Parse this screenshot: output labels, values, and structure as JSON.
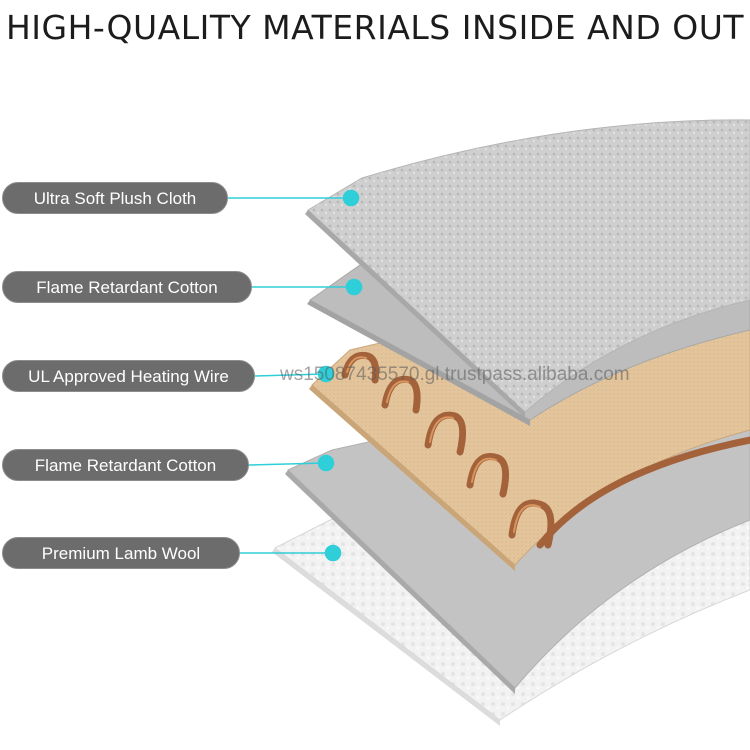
{
  "title": "HIGH-QUALITY MATERIALS INSIDE AND OUT",
  "layers": [
    {
      "label": "Ultra Soft Plush Cloth"
    },
    {
      "label": "Flame Retardant Cotton"
    },
    {
      "label": "UL Approved Heating Wire"
    },
    {
      "label": "Flame Retardant Cotton"
    },
    {
      "label": "Premium Lamb Wool"
    }
  ],
  "watermark": "ws15087435570.gl.trustpass.alibaba.com",
  "colors": {
    "accent": "#2ecfd9",
    "pill": "#6c6c6c",
    "plush": "#c9c9c9",
    "cotton": "#bdbdbd",
    "heating_layer": "#e6c9a2",
    "wire": "#a4623a",
    "wool": "#efefef"
  }
}
